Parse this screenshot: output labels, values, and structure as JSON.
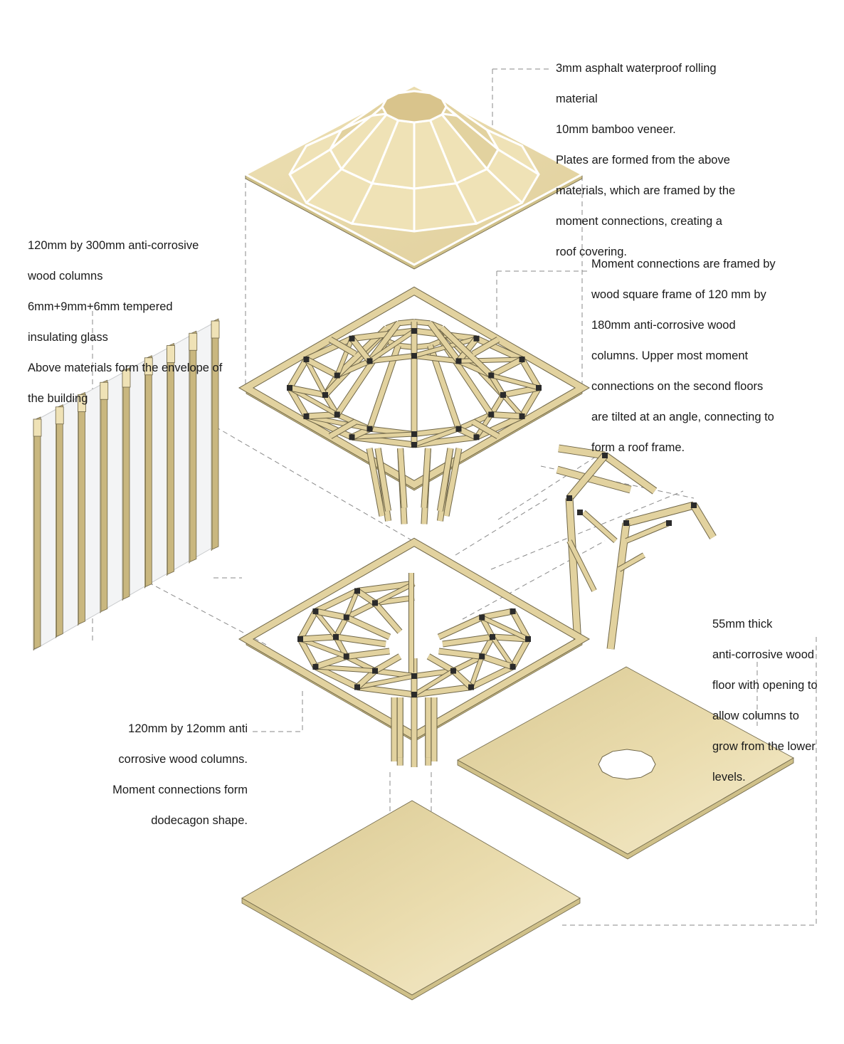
{
  "labels": {
    "roof": {
      "lines": [
        "3mm asphalt waterproof rolling",
        "material",
        "10mm bamboo veneer.",
        "Plates are formed from the above",
        "materials, which are framed by the",
        "moment connections, creating a",
        "roof covering."
      ]
    },
    "envelope": {
      "lines": [
        "120mm by 300mm anti-corrosive",
        "wood columns",
        "6mm+9mm+6mm tempered",
        "insulating glass",
        "Above materials form the envelope of",
        "the building"
      ]
    },
    "moment_frame": {
      "lines": [
        "Moment connections are framed by",
        "wood square frame of 120 mm by",
        "180mm anti-corrosive wood",
        "columns. Upper most moment",
        "connections on the second floors",
        "are tilted at an angle, connecting to",
        "form a roof frame."
      ]
    },
    "floor": {
      "lines": [
        "55mm thick",
        "anti-corrosive wood",
        "floor with opening to",
        "allow columns to",
        "grow from the lower",
        "levels."
      ]
    },
    "columns": {
      "lines": [
        "120mm by 12omm anti",
        "corrosive wood columns.",
        "Moment connections form",
        "dodecagon shape."
      ]
    }
  },
  "colors": {
    "wood_light": "#efe2b6",
    "wood_mid": "#e2d29f",
    "wood_dark": "#c9b77f",
    "joint": "#2b2b2b",
    "glass": "#f3f4f5",
    "leader": "#8a8a8a"
  }
}
